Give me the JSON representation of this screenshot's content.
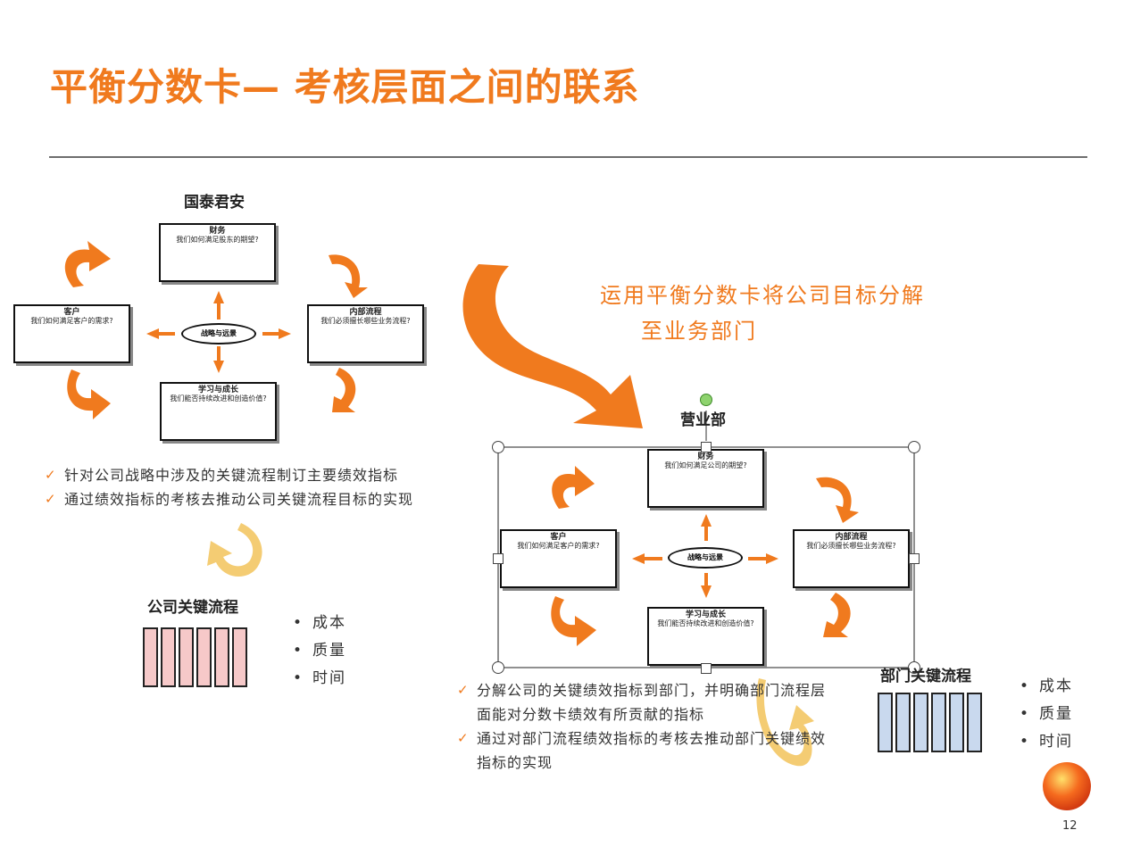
{
  "slide": {
    "title": "平衡分数卡— 考核层面之间的联系",
    "page_number": "12",
    "annotation": {
      "line1": "运用平衡分数卡将公司目标分解",
      "line2": "至业务部门"
    }
  },
  "company": {
    "title": "国泰君安",
    "boxes": {
      "top": {
        "title": "财务",
        "text": "我们如何满足股东的期望?"
      },
      "left": {
        "title": "客户",
        "text": "我们如何满足客户的需求?"
      },
      "right": {
        "title": "内部流程",
        "text": "我们必须擅长哪些业务流程?"
      },
      "bottom": {
        "title": "学习与成长",
        "text": "我们能否持续改进和创造价值?"
      },
      "center": "战略与远景"
    },
    "bullets": [
      "针对公司战略中涉及的关键流程制订主要绩效指标",
      "通过绩效指标的考核去推动公司关键流程目标的实现"
    ],
    "process_title": "公司关键流程",
    "process_bar_count": 6,
    "process_color": "#f6c9c9",
    "metrics": [
      "成本",
      "质量",
      "时间"
    ]
  },
  "department": {
    "title": "营业部",
    "boxes": {
      "top": {
        "title": "财务",
        "text": "我们如何满足公司的期望?"
      },
      "left": {
        "title": "客户",
        "text": "我们如何满足客户的需求?"
      },
      "right": {
        "title": "内部流程",
        "text": "我们必须擅长哪些业务流程?"
      },
      "bottom": {
        "title": "学习与成长",
        "text": "我们能否持续改进和创造价值?"
      },
      "center": "战略与远景"
    },
    "bullets": [
      "分解公司的关键绩效指标到部门，并明确部门流程层面能对分数卡绩效有所贡献的指标",
      "通过对部门流程绩效指标的考核去推动部门关键绩效指标的实现"
    ],
    "process_title": "部门关键流程",
    "process_bar_count": 6,
    "process_color": "#c9d9ee",
    "metrics": [
      "成本",
      "质量",
      "时间"
    ]
  },
  "colors": {
    "accent": "#f07a1e",
    "bottom_arrow": "#f2c35a"
  },
  "icons": [
    "curved-arrow-icon",
    "check-icon",
    "bullet-icon",
    "selection-handle-icon",
    "rotation-handle-icon",
    "orange-sphere-icon"
  ]
}
